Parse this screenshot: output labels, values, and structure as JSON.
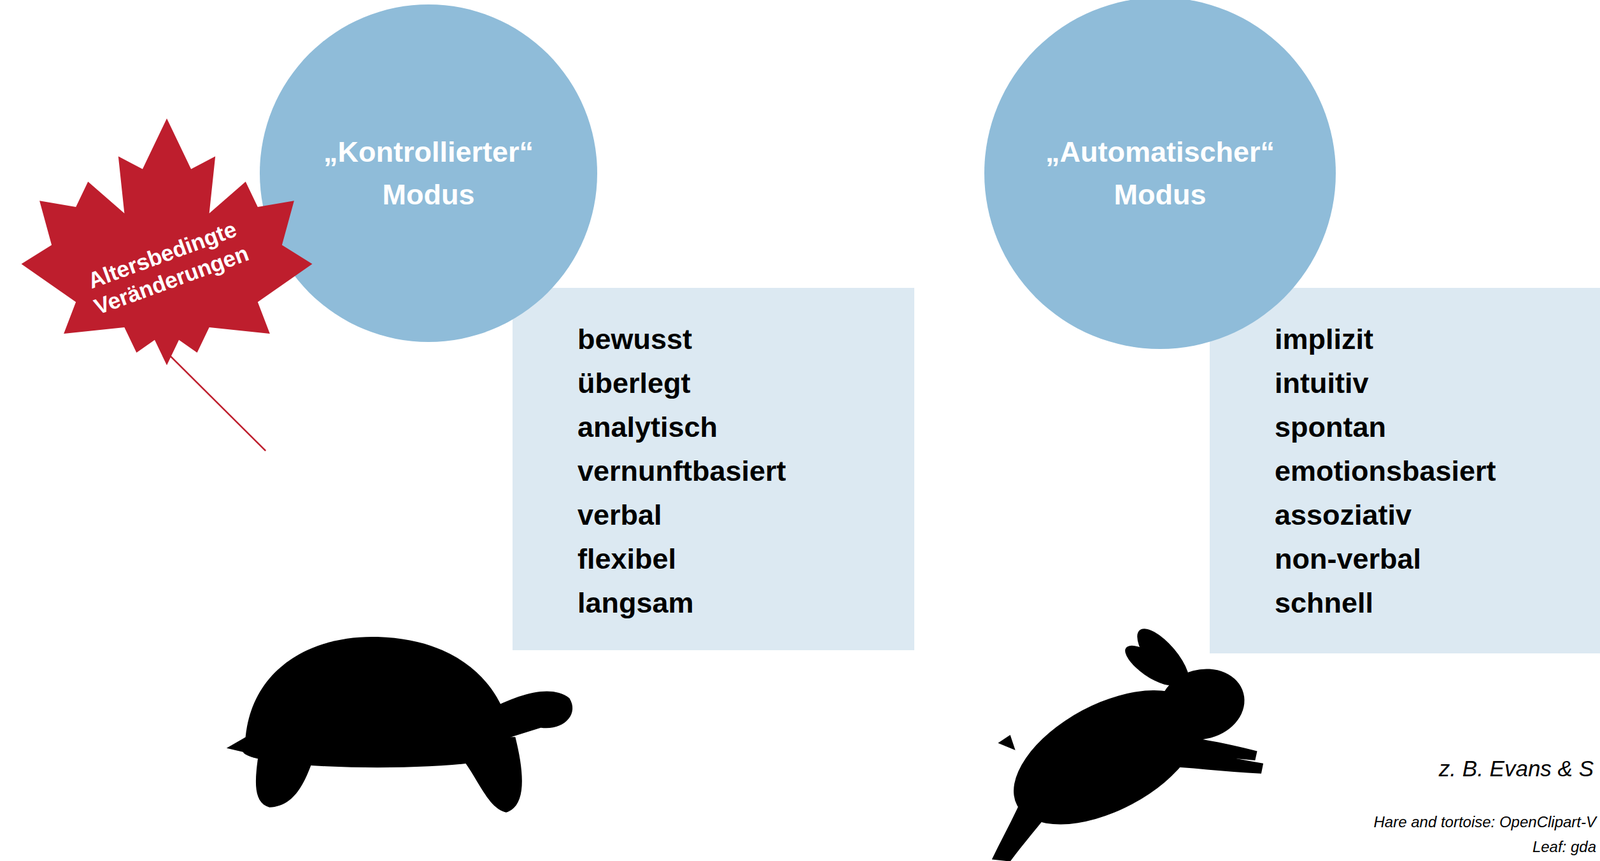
{
  "diagram": {
    "nodes": [
      {
        "text": [
          "„Kontrollierter“ Modus"
        ]
      },
      {
        "text": [
          "Altersbedingte Veränderungen"
        ]
      },
      {
        "text": [
          "bewusst",
          "überlegt",
          "analytisch",
          "vernunftbasiert",
          "verbal",
          "flexibel",
          "langsam"
        ]
      },
      {
        "text": [
          "„Automatischer“ Modus"
        ]
      },
      {
        "text": [
          "implizit",
          "intuitiv",
          "spontan",
          "emotionsbasiert",
          "assoziativ",
          "non-verbal",
          "schnell"
        ]
      }
    ],
    "labels": [
      "z. B. Evans & S",
      "Hare and tortoise: OpenClipart-V",
      "Leaf: gda"
    ]
  }
}
